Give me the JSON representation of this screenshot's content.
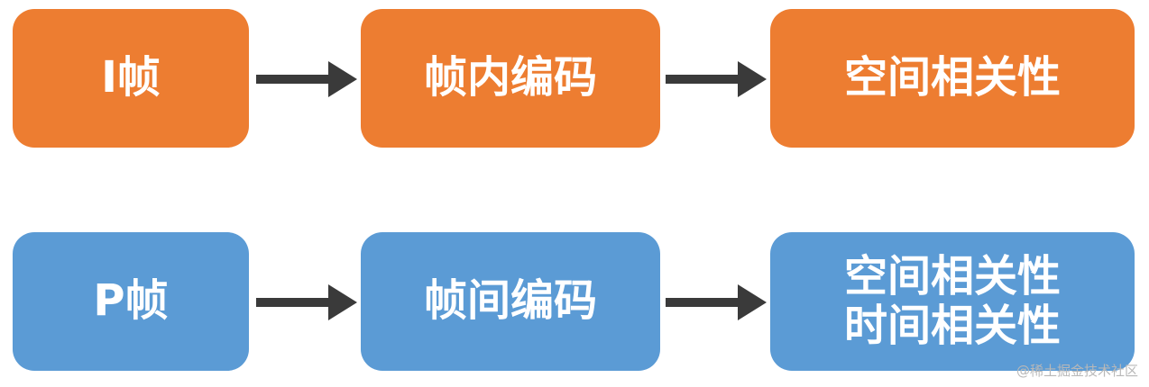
{
  "rows": [
    {
      "frame": "I帧",
      "coding": "帧内编码",
      "correlation_lines": [
        "空间相关性"
      ]
    },
    {
      "frame": "P帧",
      "coding": "帧间编码",
      "correlation_lines": [
        "空间相关性",
        "时间相关性"
      ]
    }
  ],
  "watermark": "@稀土掘金技术社区",
  "colors": {
    "orange": "#ed7d31",
    "blue": "#5b9bd5",
    "arrow": "#3a3a3a"
  }
}
